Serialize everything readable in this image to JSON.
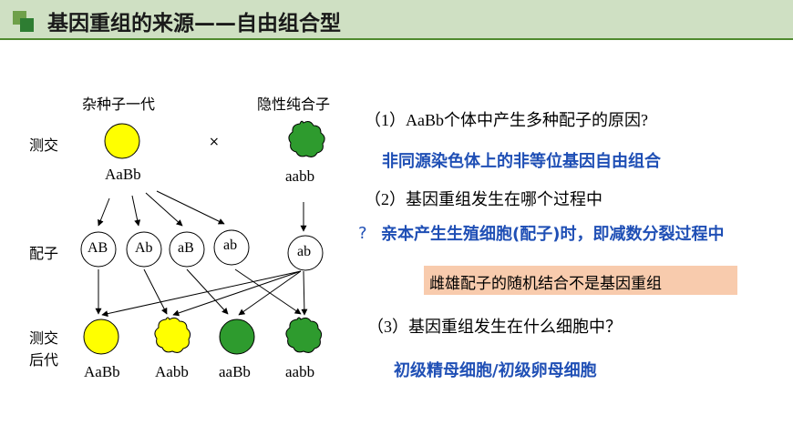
{
  "header": {
    "title": "基因重组的来源——自由组合型"
  },
  "diagram": {
    "parent1_label": "杂种子一代",
    "parent2_label": "隐性纯合子",
    "testcross_label": "测交",
    "cross_symbol": "×",
    "parent1_genotype": "AaBb",
    "parent2_genotype": "aabb",
    "gamete_row_label": "配子",
    "gametes_p1": [
      "AB",
      "Ab",
      "aB",
      "ab"
    ],
    "gamete_p2": "ab",
    "offspring_label_line1": "测交",
    "offspring_label_line2": "后代",
    "offspring": [
      {
        "genotype": "AaBb",
        "shape": "round",
        "color": "yellow"
      },
      {
        "genotype": "Aabb",
        "shape": "wrinkled",
        "color": "yellow"
      },
      {
        "genotype": "aaBb",
        "shape": "round",
        "color": "green"
      },
      {
        "genotype": "aabb",
        "shape": "wrinkled",
        "color": "green"
      }
    ],
    "colors": {
      "yellow": "#ffff00",
      "green": "#2e9b2e"
    }
  },
  "questions": {
    "q1": "（1）AaBb个体中产生多种配子的原因?",
    "a1": "非同源染色体上的非等位基因自由组合",
    "q2": "（2）基因重组发生在哪个过程中",
    "q2_mark": "?",
    "a2": "亲本产生生殖细胞(配子)时，即减数分裂过程中",
    "note": "雌雄配子的随机结合不是基因重组",
    "q3": "（3）基因重组发生在什么细胞中？",
    "a3": "初级精母细胞/初级卵母细胞"
  }
}
